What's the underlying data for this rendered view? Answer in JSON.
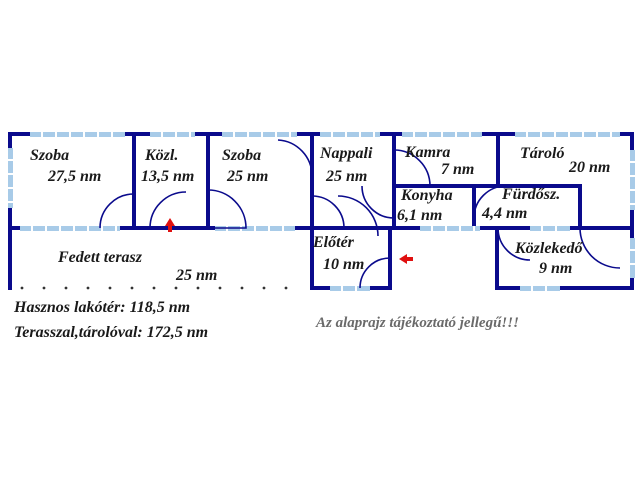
{
  "colors": {
    "wall": "#0a0a8c",
    "window": "#a8cbe8",
    "door_arrow": "#e01010",
    "text": "#1a1a1a",
    "note": "#6a6a6a"
  },
  "rooms": {
    "szoba1": {
      "name": "Szoba",
      "area": "27,5 nm"
    },
    "kozl": {
      "name": "Közl.",
      "area": "13,5 nm"
    },
    "szoba2": {
      "name": "Szoba",
      "area": "25 nm"
    },
    "nappali": {
      "name": "Nappali",
      "area": "25 nm"
    },
    "kamra": {
      "name": "Kamra",
      "area": "7 nm"
    },
    "konyha": {
      "name": "Konyha",
      "area": "6,1 nm"
    },
    "taroló": {
      "name": "Tároló",
      "area": "20 nm"
    },
    "furdo": {
      "name": "Fürdősz.",
      "area": "4,4 nm"
    },
    "terasz": {
      "name": "Fedett terasz",
      "area": "25 nm"
    },
    "eloter": {
      "name": "Előtér",
      "area": "10 nm"
    },
    "kozlekedo": {
      "name": "Közlekedő",
      "area": "9 nm"
    }
  },
  "summary": {
    "living_area": "Hasznos lakótér: 118,5 nm",
    "total_area": "Terasszal,tárolóval:  172,5 nm"
  },
  "note": "Az alaprajz tájékoztató jellegű!!!"
}
